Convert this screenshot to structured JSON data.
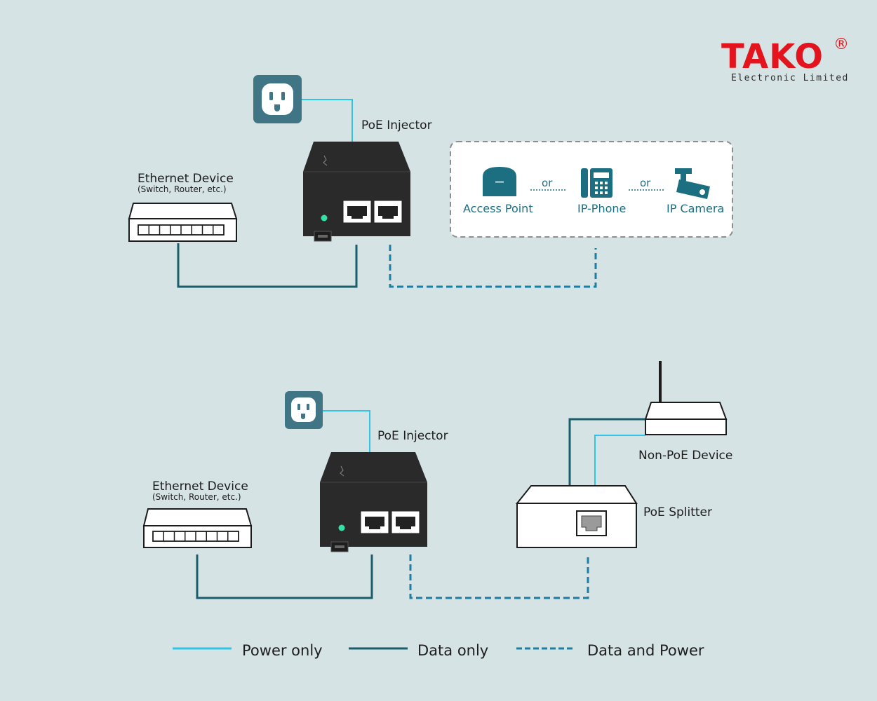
{
  "logo": {
    "brand": "TAKO",
    "registered": "®",
    "subtitle": "Electronic Limited"
  },
  "top_diagram": {
    "injector_label": "PoE Injector",
    "ethernet_device": {
      "name": "Ethernet Device",
      "sub": "(Switch, Router, etc.)"
    },
    "powered_devices": {
      "access_point": "Access Point",
      "ip_phone": "IP-Phone",
      "ip_camera": "IP Camera",
      "or_1": "or",
      "or_2": "or"
    }
  },
  "bottom_diagram": {
    "injector_label": "PoE Injector",
    "ethernet_device": {
      "name": "Ethernet Device",
      "sub": "(Switch, Router, etc.)"
    },
    "non_poe_device": "Non-PoE Device",
    "poe_splitter": "PoE Splitter"
  },
  "legend": {
    "power_only": "Power only",
    "data_only": "Data only",
    "data_and_power": "Data and Power"
  },
  "colors": {
    "background": "#d5e3e5",
    "power_line": "#2ec4e6",
    "data_line": "#1b5e6b",
    "data_power_line": "#1b7fa3",
    "accent_teal": "#1b6f80",
    "outlet_bg": "#3f7585",
    "brand_red": "#e3141d"
  },
  "icons": [
    "outlet-icon",
    "switch-icon",
    "poe-injector-icon",
    "access-point-icon",
    "ip-phone-icon",
    "ip-camera-icon",
    "router-icon",
    "poe-splitter-icon"
  ]
}
